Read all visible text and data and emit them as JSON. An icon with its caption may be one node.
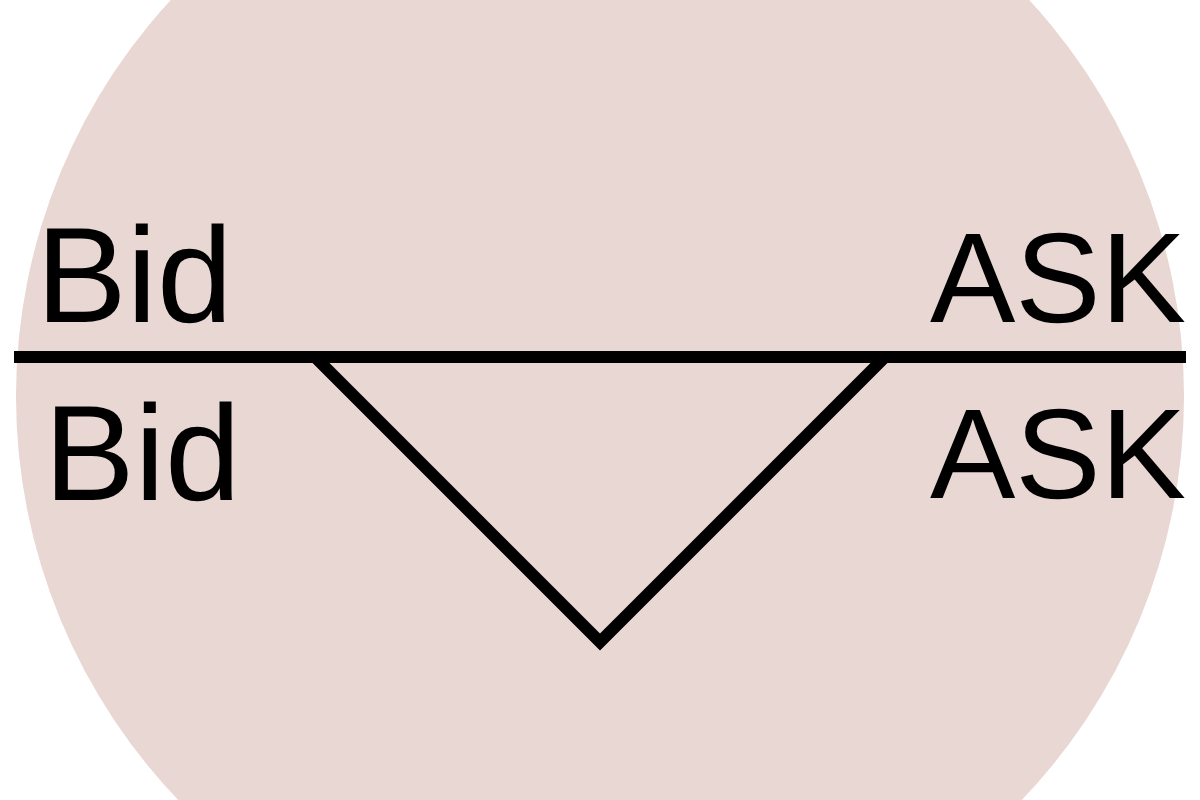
{
  "diagram": {
    "labels": [
      "Bid",
      "ASK",
      "Bid",
      "ASK"
    ]
  }
}
